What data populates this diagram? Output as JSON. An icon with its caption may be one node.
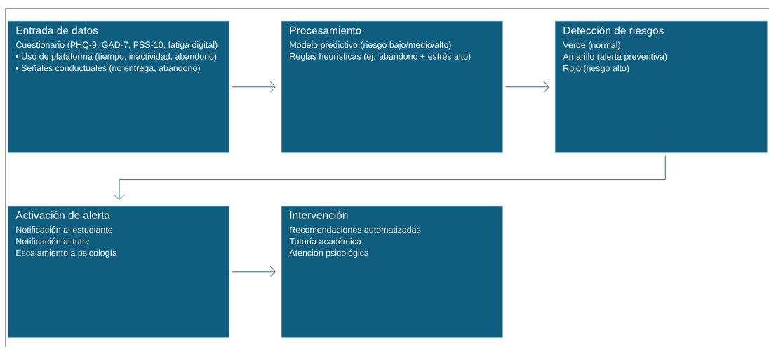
{
  "diagram": {
    "nodes": [
      {
        "text": [
          "Entrada de datos",
          "Cuestionario (PHQ-9, GAD-7, PSS-10, fatiga digital)",
          "• Uso de plataforma (tiempo, inactividad, abandono)",
          "• Señales conductuales (no entrega, abandono)"
        ]
      },
      {
        "text": [
          "Procesamiento",
          "Modelo predictivo (riesgo bajo/medio/alto)",
          "Reglas heurísticas (ej. abandono + estrés alto)"
        ]
      },
      {
        "text": [
          "Detección de riesgos",
          "Verde (normal)",
          "Amarillo (alerta preventiva)",
          "Rojo (riesgo alto)"
        ]
      },
      {
        "text": [
          "Activación de alerta",
          "Notificación al estudiante",
          "Notificación al tutor",
          "Escalamiento a psicología"
        ]
      },
      {
        "text": [
          "Intervención",
          "Recomendaciones automatizadas",
          "Tutoría académica",
          "Atención psicológica"
        ]
      }
    ],
    "edges": [
      {
        "from": 0,
        "to": 1,
        "arrow": "to"
      },
      {
        "from": 1,
        "to": 2,
        "arrow": "to"
      },
      {
        "from": 2,
        "to": 3,
        "arrow": "to"
      },
      {
        "from": 3,
        "to": 4,
        "arrow": "to"
      }
    ]
  }
}
